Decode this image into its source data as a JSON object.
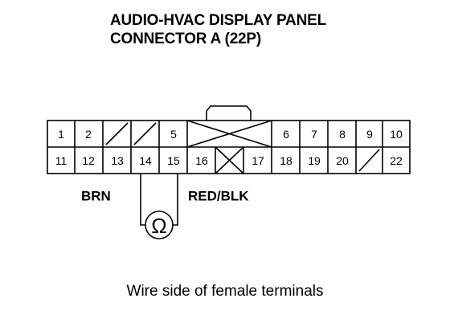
{
  "title": {
    "line1": "AUDIO-HVAC DISPLAY PANEL",
    "line2": "CONNECTOR A (22P)"
  },
  "connector": {
    "pins": [
      {
        "id": "pin-1",
        "label": "1"
      },
      {
        "id": "pin-2",
        "label": "2"
      },
      {
        "id": "pin-3",
        "label": ""
      },
      {
        "id": "pin-4",
        "label": ""
      },
      {
        "id": "pin-5",
        "label": "5"
      },
      {
        "id": "pin-6",
        "label": "6"
      },
      {
        "id": "pin-7",
        "label": "7"
      },
      {
        "id": "pin-8",
        "label": "8"
      },
      {
        "id": "pin-9",
        "label": "9"
      },
      {
        "id": "pin-10",
        "label": "10"
      },
      {
        "id": "pin-11",
        "label": "11"
      },
      {
        "id": "pin-12",
        "label": "12"
      },
      {
        "id": "pin-13",
        "label": "13"
      },
      {
        "id": "pin-14",
        "label": "14"
      },
      {
        "id": "pin-15",
        "label": "15"
      },
      {
        "id": "pin-16",
        "label": "16"
      },
      {
        "id": "pin-17",
        "label": "17"
      },
      {
        "id": "pin-18",
        "label": "18"
      },
      {
        "id": "pin-19",
        "label": "19"
      },
      {
        "id": "pin-20",
        "label": "20"
      },
      {
        "id": "pin-21",
        "label": ""
      },
      {
        "id": "pin-22",
        "label": "22"
      }
    ]
  },
  "test": {
    "wire_left": "BRN",
    "wire_right": "RED/BLK",
    "meter_symbol": "Ω"
  },
  "caption": "Wire side of female terminals"
}
